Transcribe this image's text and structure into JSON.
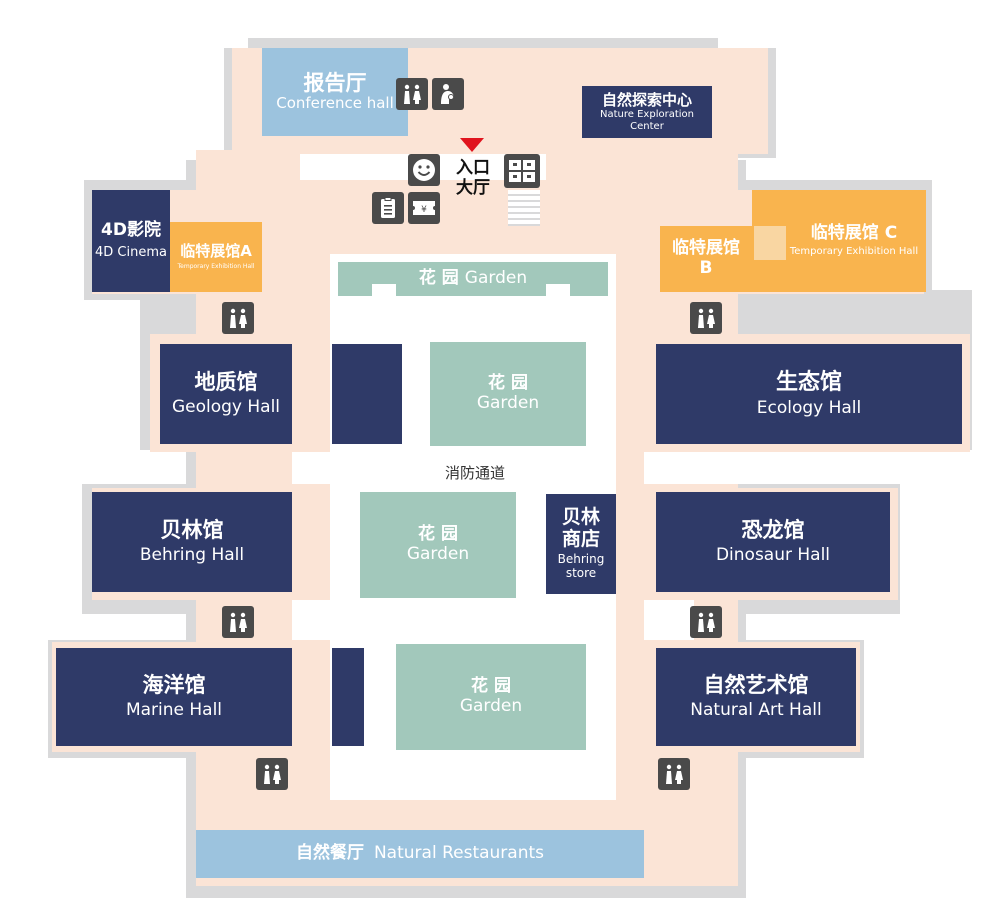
{
  "map": {
    "conference_hall": {
      "cn": "报告厅",
      "en": "Conference hall"
    },
    "nature_exploration": {
      "cn": "自然探索中心",
      "en": "Nature Exploration Center"
    },
    "entrance": {
      "line1": "入口",
      "line2": "大厅"
    },
    "cinema": {
      "cn": "4D影院",
      "en": "4D Cinema"
    },
    "temp_a": {
      "cn": "临特展馆A",
      "en": "Temporary Exhibition Hall"
    },
    "temp_b": {
      "cn": "临特展馆",
      "letter": "B"
    },
    "temp_c": {
      "cn": "临特展馆 C",
      "en": "Temporary Exhibition Hall"
    },
    "garden_strip": {
      "cn": "花 园",
      "en": "Garden"
    },
    "garden_1": {
      "cn": "花 园",
      "en": "Garden"
    },
    "garden_2": {
      "cn": "花 园",
      "en": "Garden"
    },
    "garden_3": {
      "cn": "花 园",
      "en": "Garden"
    },
    "fire_lane": "消防通道",
    "geology": {
      "cn": "地质馆",
      "en": "Geology Hall"
    },
    "ecology": {
      "cn": "生态馆",
      "en": "Ecology Hall"
    },
    "behring": {
      "cn": "贝林馆",
      "en": "Behring Hall"
    },
    "behring_store": {
      "cn1": "贝林",
      "cn2": "商店",
      "en1": "Behring",
      "en2": "store"
    },
    "dinosaur": {
      "cn": "恐龙馆",
      "en": "Dinosaur Hall"
    },
    "marine": {
      "cn": "海洋馆",
      "en": "Marine Hall"
    },
    "natural_art": {
      "cn": "自然艺术馆",
      "en": "Natural Art Hall"
    },
    "restaurant": {
      "cn": "自然餐厅",
      "en": "Natural Restaurants"
    }
  },
  "colors": {
    "hall": "#2f3a68",
    "temporary": "#f9b44e",
    "garden": "#a2c8bb",
    "service": "#9cc3de",
    "corridor": "#fbe4d6",
    "outline": "#d9d9da",
    "entrance_marker": "#e0141e"
  },
  "icons": [
    "restroom-icon",
    "mother-baby-room-icon",
    "service-smiley-icon",
    "locker-icon",
    "info-desk-icon",
    "ticket-icon"
  ]
}
